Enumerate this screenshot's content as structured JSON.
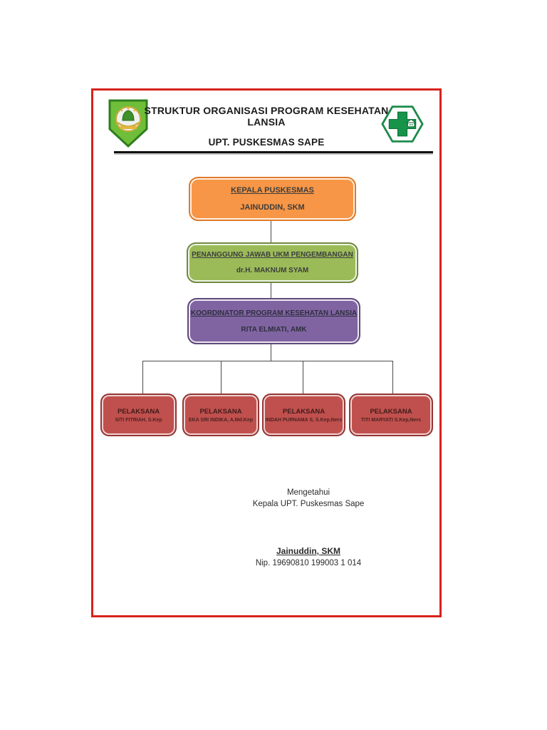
{
  "header": {
    "title_line1": "STRUKTUR ORGANISASI PROGRAM KESEHATAN LANSIA",
    "title_line2": "UPT. PUSKESMAS SAPE",
    "left_logo": "bima-regency-crest",
    "right_logo": "puskesmas-health-cross"
  },
  "org_chart": {
    "kepala": {
      "title": "KEPALA PUSKESMAS",
      "name": "JAINUDDIN, SKM"
    },
    "penanggung_jawab": {
      "title": "PENANGGUNG JAWAB UKM PENGEMBANGAN",
      "name": "dr.H. MAKNUM SYAM"
    },
    "koordinator": {
      "title": "KOORDINATOR PROGRAM KESEHATAN LANSIA",
      "name": "RITA ELMIATI, AMK"
    },
    "pelaksana": [
      {
        "title": "PELAKSANA",
        "name": "SITI FITRIAH, S.Kep"
      },
      {
        "title": "PELAKSANA",
        "name": "EKA SRI INDIKA, A.Md.Kep"
      },
      {
        "title": "PELAKSANA",
        "name": "INDAH PURNAMA S, S.Kep,Ners"
      },
      {
        "title": "PELAKSANA",
        "name": "TITI MARYATI S.Kep,Ners"
      }
    ]
  },
  "signature": {
    "line1": "Mengetahui",
    "line2": "Kepala UPT. Puskesmas  Sape",
    "name": "Jainuddin, SKM",
    "nip": "Nip. 19690810 199003 1 014"
  },
  "colors": {
    "frame_border": "#d7221c",
    "kepala_fill": "#f79646",
    "kepala_border": "#e07b2a",
    "penanggung_jawab_fill": "#9bbb59",
    "penanggung_jawab_border": "#71893f",
    "koordinator_fill": "#8064a2",
    "koordinator_border": "#5f497a",
    "pelaksana_fill": "#c0504d",
    "pelaksana_border": "#943634",
    "connector": "#4a4a4a"
  }
}
